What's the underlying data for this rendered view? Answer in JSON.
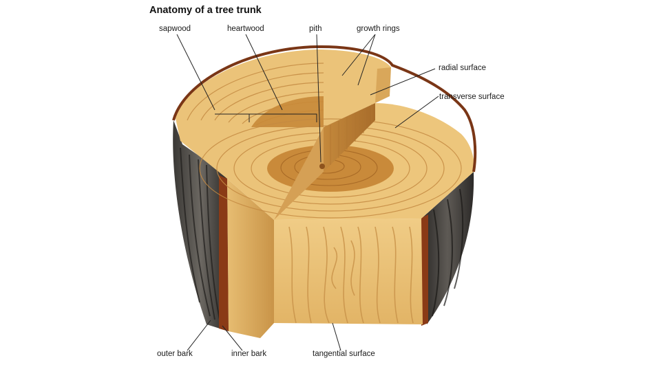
{
  "title": "Anatomy of a tree trunk",
  "labels": {
    "sapwood": "sapwood",
    "heartwood": "heartwood",
    "pith": "pith",
    "growth_rings": "growth rings",
    "radial_surface": "radial surface",
    "transverse_surface": "transverse surface",
    "outer_bark": "outer bark",
    "inner_bark": "inner bark",
    "tangential_surface": "tangential surface"
  },
  "colors": {
    "bark_dark": "#2e2c2a",
    "bark_light": "#6f6b66",
    "inner_bark": "#8a3a16",
    "sapwood": "#ecc47a",
    "heartwood": "#c98a3a",
    "pith": "#9a5a22",
    "ring_line": "#b9823f",
    "radial_face": "#d9a75a",
    "tangential_face": "#e9c27a",
    "leader_line": "#222222"
  }
}
